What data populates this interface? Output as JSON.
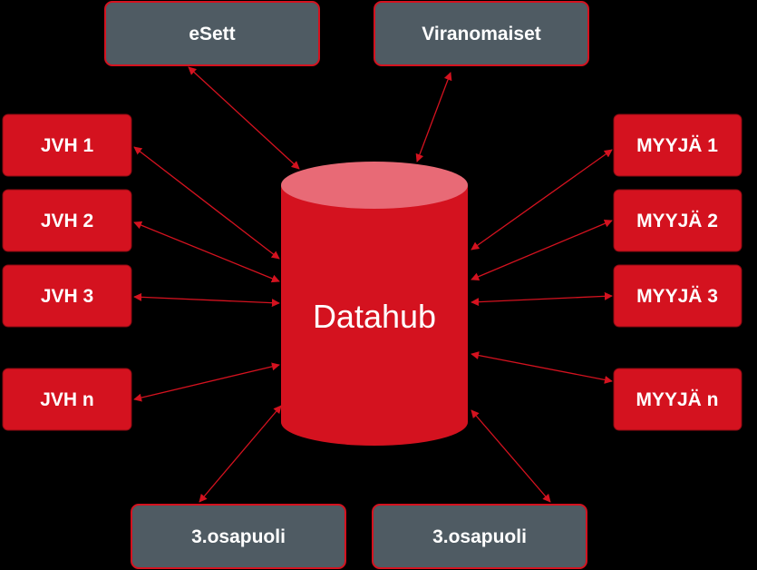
{
  "colors": {
    "background": "#000000",
    "party_fill": "#d4121f",
    "external_fill": "#4f5b63",
    "hub_body": "#d4121f",
    "hub_top": "#e86a76",
    "arrow": "#d4121f",
    "text": "#ffffff"
  },
  "hub": {
    "label": "Datahub"
  },
  "external": {
    "esett": "eSett",
    "viranomaiset": "Viranomaiset",
    "third_party_left": "3.osapuoli",
    "third_party_right": "3.osapuoli"
  },
  "network_operators": [
    "JVH 1",
    "JVH 2",
    "JVH 3",
    "JVH n"
  ],
  "sellers": [
    "MYYJÄ 1",
    "MYYJÄ 2",
    "MYYJÄ 3",
    "MYYJÄ n"
  ]
}
